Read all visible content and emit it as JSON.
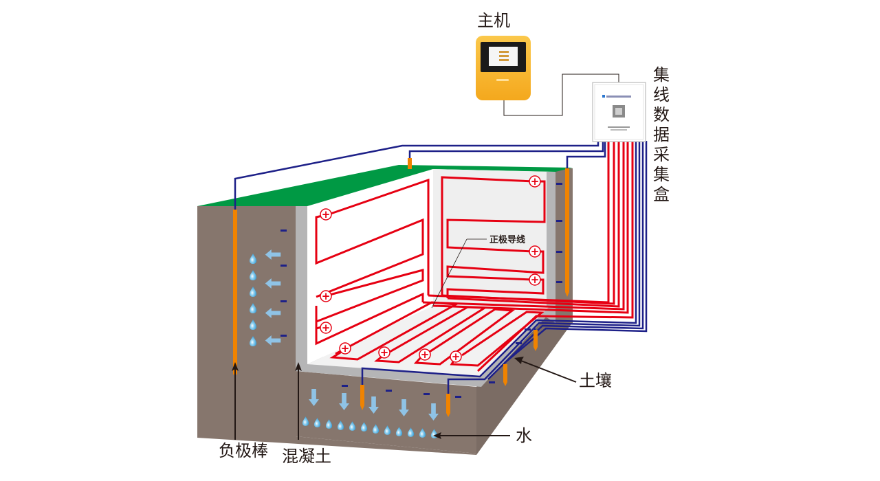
{
  "labels": {
    "host": "主机",
    "collector_vertical": [
      "集",
      "线",
      "数",
      "据",
      "采",
      "集",
      "盒"
    ],
    "anode_wire": "正极导线",
    "soil": "土壤",
    "water": "水",
    "cathode_rod": "负极棒",
    "concrete": "混凝土"
  },
  "symbols": {
    "anode": "+",
    "cathode": "-"
  },
  "colors": {
    "soil": "#86766d",
    "soil_dark": "#6f6059",
    "grass": "#009944",
    "concrete": "#b5b5b6",
    "wall_inner": "#ffffff",
    "wall_back": "#efefef",
    "anode_wire": "#e60012",
    "cathode_wire": "#1d2088",
    "cathode_rod": "#f08300",
    "water_arrow": "#8fc3e6",
    "water_drop": "#3aa0d8",
    "host_body": "#f7b52c",
    "host_screen": "#1a1a1a",
    "text": "#231815"
  }
}
